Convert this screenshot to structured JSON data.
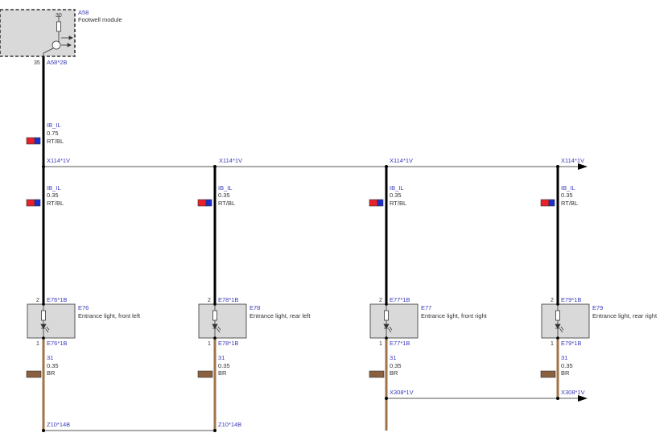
{
  "module": {
    "id": "A58",
    "name": "Footwell module",
    "pin_top": "30",
    "pin_out": "35",
    "connector": "A58*2B"
  },
  "main_wire": {
    "signal": "IB_IL",
    "size": "0.75",
    "color_code": "RT/BL"
  },
  "splice_top": "X114*1V",
  "splice_bottom": "X308*1V",
  "lights": [
    {
      "id": "E76",
      "name": "Entrance light, front left",
      "upper_connector": "E76*1B",
      "lower_connector": "E76*1B",
      "pin_upper": "2",
      "pin_lower": "1",
      "feed": {
        "signal": "IB_IL",
        "size": "0.35",
        "color_code": "RT/BL"
      },
      "ground": {
        "signal": "31",
        "size": "0.35",
        "color_code": "BR"
      },
      "bottom_connector": "Z10*14B"
    },
    {
      "id": "E78",
      "name": "Entrance light, rear left",
      "upper_connector": "E78*1B",
      "lower_connector": "E78*1B",
      "pin_upper": "2",
      "pin_lower": "1",
      "feed": {
        "signal": "IB_IL",
        "size": "0.35",
        "color_code": "RT/BL"
      },
      "ground": {
        "signal": "31",
        "size": "0.35",
        "color_code": "BR"
      },
      "bottom_connector": "Z10*14B"
    },
    {
      "id": "E77",
      "name": "Entrance light, front right",
      "upper_connector": "E77*1B",
      "lower_connector": "E77*1B",
      "pin_upper": "2",
      "pin_lower": "1",
      "feed": {
        "signal": "IB_IL",
        "size": "0.35",
        "color_code": "RT/BL"
      },
      "ground": {
        "signal": "31",
        "size": "0.35",
        "color_code": "BR"
      },
      "bottom_connector": ""
    },
    {
      "id": "E79",
      "name": "Entrance light, rear right",
      "upper_connector": "E79*1B",
      "lower_connector": "E79*1B",
      "pin_upper": "2",
      "pin_lower": "1",
      "feed": {
        "signal": "IB_IL",
        "size": "0.35",
        "color_code": "RT/BL"
      },
      "ground": {
        "signal": "31",
        "size": "0.35",
        "color_code": "BR"
      },
      "bottom_connector": ""
    }
  ],
  "colors": {
    "wire_black": "#000000",
    "wire_brown": "#a0744a",
    "swatch_red": "#e8202a",
    "swatch_blue": "#1a2fd0",
    "swatch_brown": "#8a6040",
    "component_fill": "#d9d9d9",
    "link_text": "#3a3ab8"
  }
}
